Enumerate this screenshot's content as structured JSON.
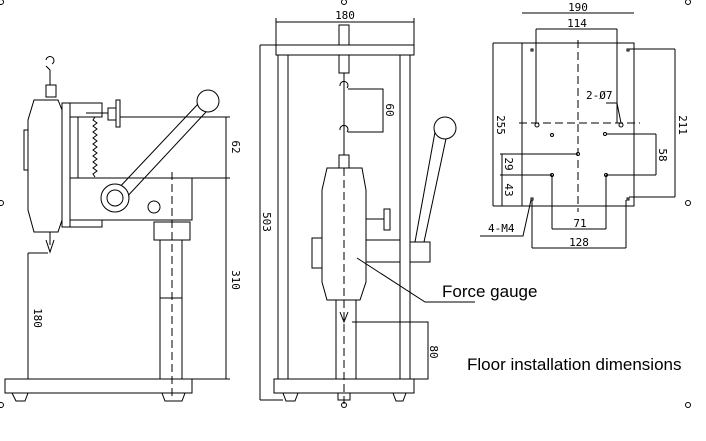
{
  "labels": {
    "force_gauge": "Force gauge",
    "floor_installation": "Floor installation dimensions"
  },
  "side_view": {
    "dim_stroke": "62",
    "dim_height": "310",
    "dim_gauge_height": "180"
  },
  "front_view": {
    "dim_width": "180",
    "dim_total_height": "503",
    "dim_hook_gap": "60",
    "dim_bottom": "80"
  },
  "floor_plan": {
    "dim_outer_width": "190",
    "dim_inner_width": "114",
    "dim_depth": "255",
    "dim_hole_span": "211",
    "dim_58": "58",
    "dim_29": "29",
    "dim_43": "43",
    "dim_71": "71",
    "dim_128": "128",
    "hole_callout": "2-Ø7",
    "thread_callout": "4-M4"
  }
}
